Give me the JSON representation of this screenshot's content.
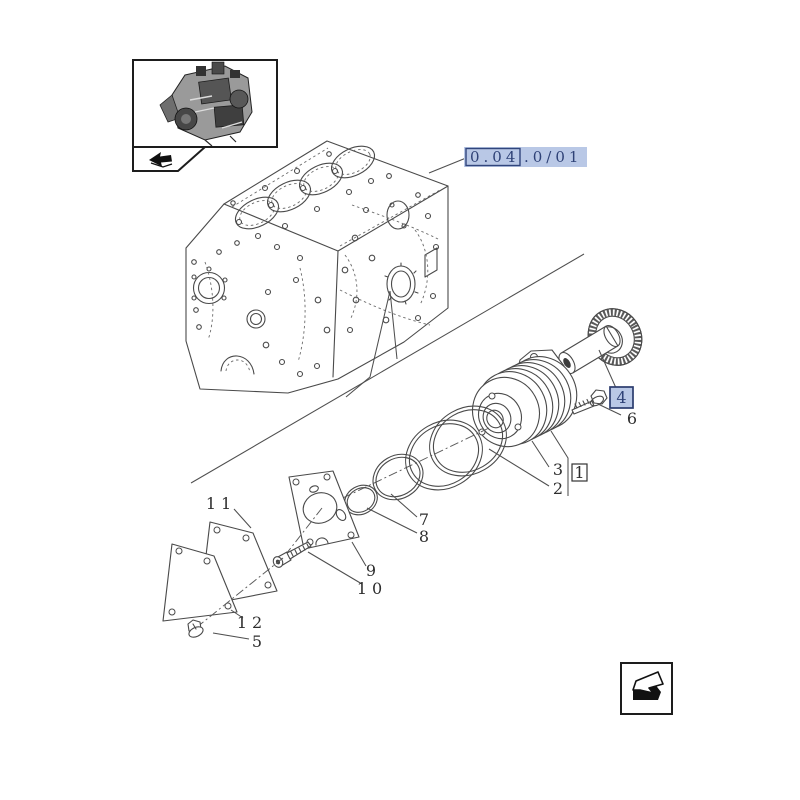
{
  "page": {
    "background": "#ffffff"
  },
  "code_label": {
    "full": "0.04.0/01",
    "boxed_text": "0.04",
    "suffix_text": ".0/01",
    "highlight_color": "#b9c8e6",
    "text_color": "#2f4277",
    "border_color": "#31457c"
  },
  "parts": [
    {
      "label": "4",
      "highlighted": true,
      "boxed": true
    },
    {
      "label": "6",
      "highlighted": false,
      "boxed": false
    },
    {
      "label": "3",
      "highlighted": false,
      "boxed": false
    },
    {
      "label": "2",
      "highlighted": false,
      "boxed": false
    },
    {
      "label": "1",
      "highlighted": false,
      "boxed": true
    },
    {
      "label": "7",
      "highlighted": false,
      "boxed": false
    },
    {
      "label": "8",
      "highlighted": false,
      "boxed": false
    },
    {
      "label": "9",
      "highlighted": false,
      "boxed": false
    },
    {
      "label": "10",
      "highlighted": false,
      "boxed": false
    },
    {
      "label": "11",
      "highlighted": false,
      "boxed": false
    },
    {
      "label": "12",
      "highlighted": false,
      "boxed": false
    },
    {
      "label": "5",
      "highlighted": false,
      "boxed": false
    }
  ],
  "icons": {
    "thumbnail": "engine-assembly-thumbnail",
    "back_tab": "back-arrow-icon",
    "continuation": "continuation-arrow-icon"
  },
  "colors": {
    "line": "#4a4a4a",
    "label_text": "#2e2e2e",
    "highlight": "#b9c8e6",
    "navy": "#2f4277"
  }
}
